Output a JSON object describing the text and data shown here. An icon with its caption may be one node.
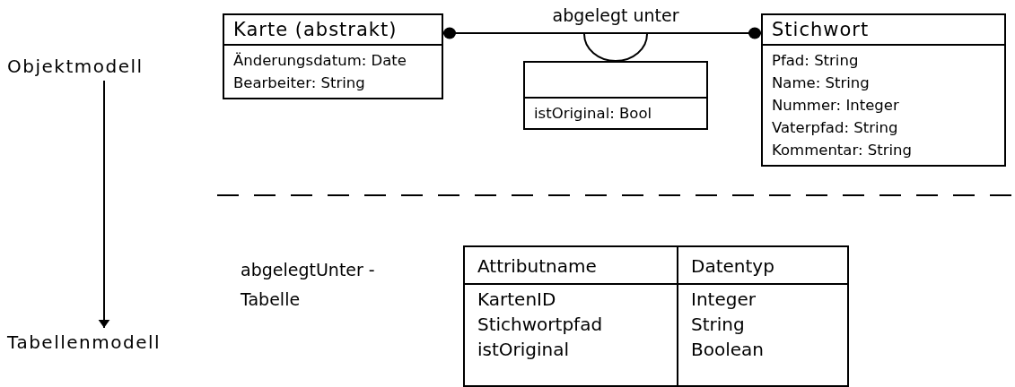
{
  "diagram": {
    "nodes": [
      {
        "text": [
          "Karte (abstrakt)",
          "Änderungsdatum: Date",
          "Bearbeiter: String"
        ]
      },
      {
        "text": [
          "Stichwort",
          "Pfad: String",
          "Name: String",
          "Nummer: Integer",
          "Vaterpfad: String",
          "Kommentar: String"
        ]
      },
      {
        "text": [
          "istOriginal: Bool"
        ]
      },
      {
        "text": [
          "Objektmodell"
        ]
      },
      {
        "text": [
          "Tabellenmodell"
        ]
      }
    ],
    "edges": [
      {
        "from": 0,
        "to": 1,
        "arrow": "other",
        "label": "abgelegt unter"
      },
      {
        "from": 3,
        "to": 4,
        "arrow": "to"
      }
    ],
    "labels": [
      "abgelegtUnter - Tabelle",
      "Attributname",
      "Datentyp",
      "KartenID",
      "Integer",
      "Stichwortpfad",
      "String",
      "istOriginal",
      "Boolean"
    ]
  }
}
